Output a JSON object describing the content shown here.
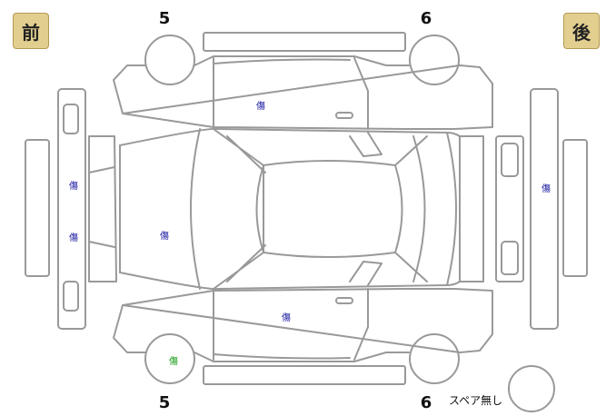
{
  "badges": {
    "front": "前",
    "rear": "後"
  },
  "wheel_numbers": {
    "top_left": "5",
    "top_right": "6",
    "bottom_left": "5",
    "bottom_right": "6"
  },
  "damage_marks": {
    "top_door": "傷",
    "bottom_door": "傷",
    "front_bumper_upper": "傷",
    "front_bumper_lower": "傷",
    "hood": "傷",
    "rear_bumper": "傷",
    "front_left_wheel": "傷"
  },
  "spare_label": "スペア無し",
  "colors": {
    "line": "#999999",
    "badge": "#e2cf8f",
    "mark": "#1a1aa0",
    "mark_green": "#1a9a1a"
  }
}
